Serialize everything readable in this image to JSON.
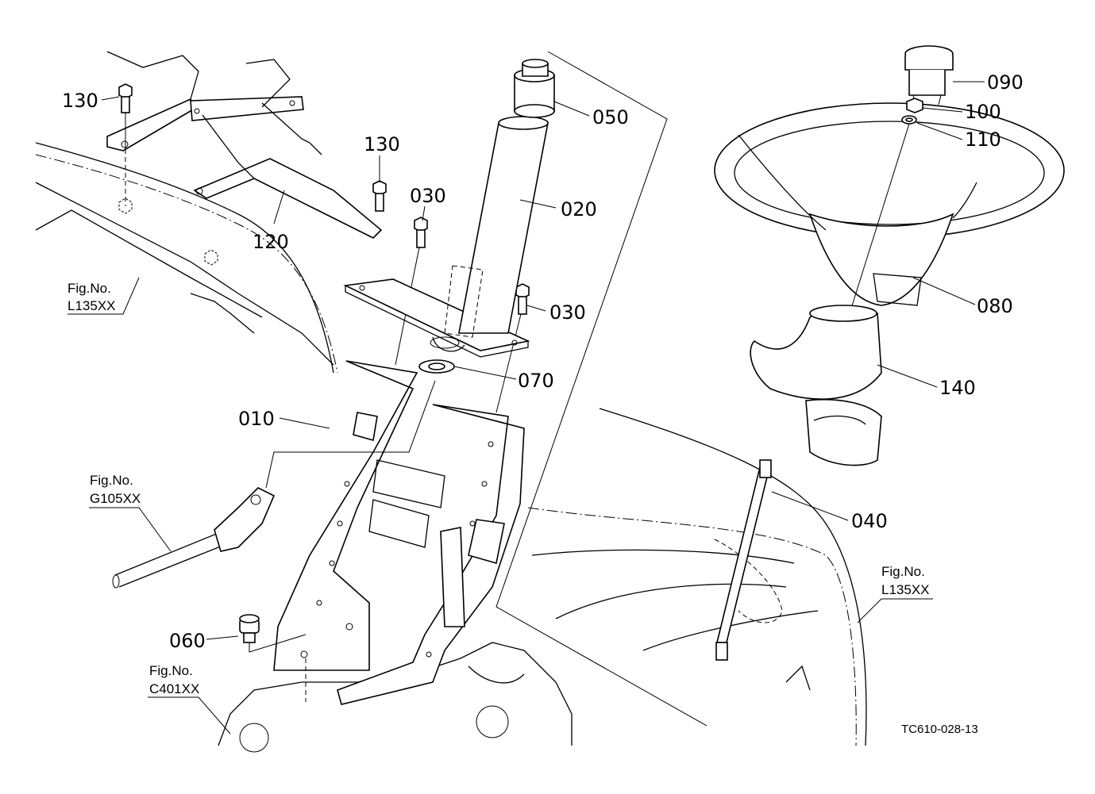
{
  "diagram": {
    "title_code": "TC610-028-13",
    "part_labels": [
      {
        "id": "p130a",
        "text": "130"
      },
      {
        "id": "p130b",
        "text": "130"
      },
      {
        "id": "p120",
        "text": "120"
      },
      {
        "id": "p030a",
        "text": "030"
      },
      {
        "id": "p030b",
        "text": "030"
      },
      {
        "id": "p020",
        "text": "020"
      },
      {
        "id": "p050",
        "text": "050"
      },
      {
        "id": "p070",
        "text": "070"
      },
      {
        "id": "p010",
        "text": "010"
      },
      {
        "id": "p060",
        "text": "060"
      },
      {
        "id": "p090",
        "text": "090"
      },
      {
        "id": "p100",
        "text": "100"
      },
      {
        "id": "p110",
        "text": "110"
      },
      {
        "id": "p080",
        "text": "080"
      },
      {
        "id": "p140",
        "text": "140"
      },
      {
        "id": "p040",
        "text": "040"
      }
    ],
    "figure_refs": [
      {
        "id": "ref_l135_left",
        "line1": "Fig.No.",
        "line2": "L135XX"
      },
      {
        "id": "ref_g105",
        "line1": "Fig.No.",
        "line2": "G105XX"
      },
      {
        "id": "ref_c401",
        "line1": "Fig.No.",
        "line2": "C401XX"
      },
      {
        "id": "ref_l135_right",
        "line1": "Fig.No.",
        "line2": "L135XX"
      }
    ]
  }
}
